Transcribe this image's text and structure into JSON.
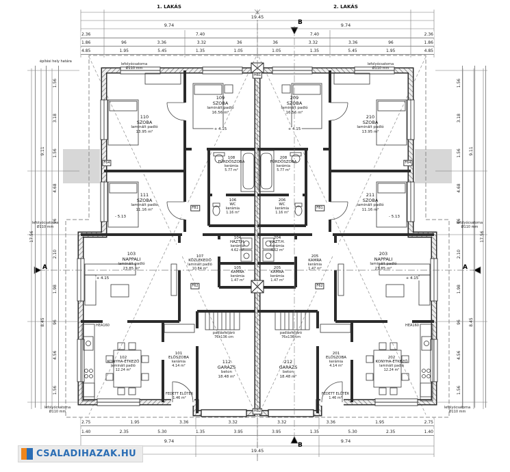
{
  "units": {
    "left": "1. LAKÁS",
    "right": "2. LAKÁS"
  },
  "watermark": {
    "text": "CSALADIHAZAK.HU",
    "blue": "#2a6db4",
    "orange": "#f0861c"
  },
  "sections": {
    "a": "A",
    "b": "B"
  },
  "levels": {
    "upper": "+ 4.15",
    "mid": "- 5.13"
  },
  "tags": {
    "f64": "F64",
    "fb1": "FB1",
    "f62": "F62",
    "hb1": "HB1",
    "hb2": "HB2"
  },
  "notes": {
    "site_boundary": "építési hely határa",
    "downspout1": "lefolyócsatorna",
    "downspout2": "Ø110 mm",
    "attic1": "padlásfeljáró",
    "attic2": "76x136 cm",
    "covered1": "FEDETT ELŐTÉR",
    "covered2": "1.46 m²",
    "beam": "HEA160"
  },
  "rooms": [
    {
      "number": "101",
      "name": "ELŐSZOBA",
      "floor": "kerámia",
      "area": "4.14 m²"
    },
    {
      "number": "102",
      "name": "KONYHA-ÉTKEZŐ",
      "floor": "laminált padló",
      "area": "12.24 m²"
    },
    {
      "number": "103",
      "name": "NAPPALI",
      "floor": "laminált padló",
      "area": "23.85 m²"
    },
    {
      "number": "104",
      "name": "HÁZT.H.",
      "floor": "kerámia",
      "area": "4.62 m²"
    },
    {
      "number": "105",
      "name": "KAMRA",
      "floor": "kerámia",
      "area": "1.47 m²"
    },
    {
      "number": "106",
      "name": "WC",
      "floor": "kerámia",
      "area": "1.16 m²"
    },
    {
      "number": "107",
      "name": "KÖZLEKEDŐ",
      "floor": "laminált padló",
      "area": "10.84 m²"
    },
    {
      "number": "108",
      "name": "FÜRDŐSZOBA",
      "floor": "kerámia",
      "area": "5.77 m²"
    },
    {
      "number": "109",
      "name": "SZOBA",
      "floor": "laminált padló",
      "area": "16.56 m²"
    },
    {
      "number": "110",
      "name": "SZOBA",
      "floor": "laminált padló",
      "area": "13.95 m²"
    },
    {
      "number": "111",
      "name": "SZOBA",
      "floor": "laminált padló",
      "area": "11.16 m²"
    },
    {
      "number": "112",
      "name": "GARÁZS",
      "floor": "beton",
      "area": "18.48 m²"
    },
    {
      "number": "201",
      "name": "ELŐSZOBA",
      "floor": "kerámia",
      "area": "4.14 m²"
    },
    {
      "number": "202",
      "name": "KONYHA-ÉTKEZŐ",
      "floor": "laminált padló",
      "area": "12.24 m²"
    },
    {
      "number": "203",
      "name": "NAPPALI",
      "floor": "laminált padló",
      "area": "23.85 m²"
    },
    {
      "number": "204",
      "name": "HÁZT.H.",
      "floor": "kerámia",
      "area": "4.62 m²"
    },
    {
      "number": "205",
      "name": "KAMRA",
      "floor": "kerámia",
      "area": "1.47 m²"
    },
    {
      "number": "206",
      "name": "WC",
      "floor": "kerámia",
      "area": "1.16 m²"
    },
    {
      "number": "207",
      "name": "KÖZLEKEDŐ",
      "floor": "laminált padló",
      "area": "10.84 m²"
    },
    {
      "number": "208",
      "name": "FÜRDŐSZOBA",
      "floor": "kerámia",
      "area": "5.77 m²"
    },
    {
      "number": "209",
      "name": "SZOBA",
      "floor": "laminált padló",
      "area": "16.56 m²"
    },
    {
      "number": "210",
      "name": "SZOBA",
      "floor": "laminált padló",
      "area": "13.95 m²"
    },
    {
      "number": "211",
      "name": "SZOBA",
      "floor": "laminált padló",
      "area": "11.16 m²"
    },
    {
      "number": "212",
      "name": "GARÁZS",
      "floor": "beton",
      "area": "18.48 m²"
    }
  ],
  "dims": {
    "top": {
      "total": "19.45",
      "halves": [
        "9.74",
        "9.74"
      ],
      "row3": [
        "2.36",
        "7.40",
        "7.40",
        "2.36"
      ],
      "row4": [
        "1.86",
        "96",
        "3.36",
        "3.32",
        "36",
        "36",
        "3.32",
        "3.36",
        "96",
        "1.86"
      ],
      "row5": [
        "4.85",
        "1.95",
        "5.45",
        "1.35",
        "1.05",
        "1.05",
        "1.35",
        "5.45",
        "1.95",
        "4.85"
      ]
    },
    "bottom": {
      "row1": [
        "2.75",
        "1.95",
        "3.36",
        "3.32",
        "3.32",
        "3.36",
        "1.95",
        "2.75"
      ],
      "row2": [
        "1.40",
        "2.35",
        "5.30",
        "1.35",
        "3.95",
        "3.95",
        "1.35",
        "5.30",
        "2.35",
        "1.40"
      ],
      "halves": [
        "9.74",
        "9.74"
      ],
      "total": "19.45"
    },
    "left": {
      "total": "17.56",
      "mid": [
        "8.45",
        "9.11"
      ],
      "small": [
        "1.56",
        "4.56",
        "96",
        "1.98",
        "2.10",
        "96",
        "4.68",
        "1.56",
        "3.18",
        "1.56"
      ]
    },
    "right": {
      "total": "17.56",
      "mid": [
        "8.45",
        "9.11"
      ],
      "small": [
        "1.56",
        "4.56",
        "96",
        "1.98",
        "2.10",
        "96",
        "4.68",
        "1.56",
        "3.18",
        "1.56"
      ]
    }
  }
}
